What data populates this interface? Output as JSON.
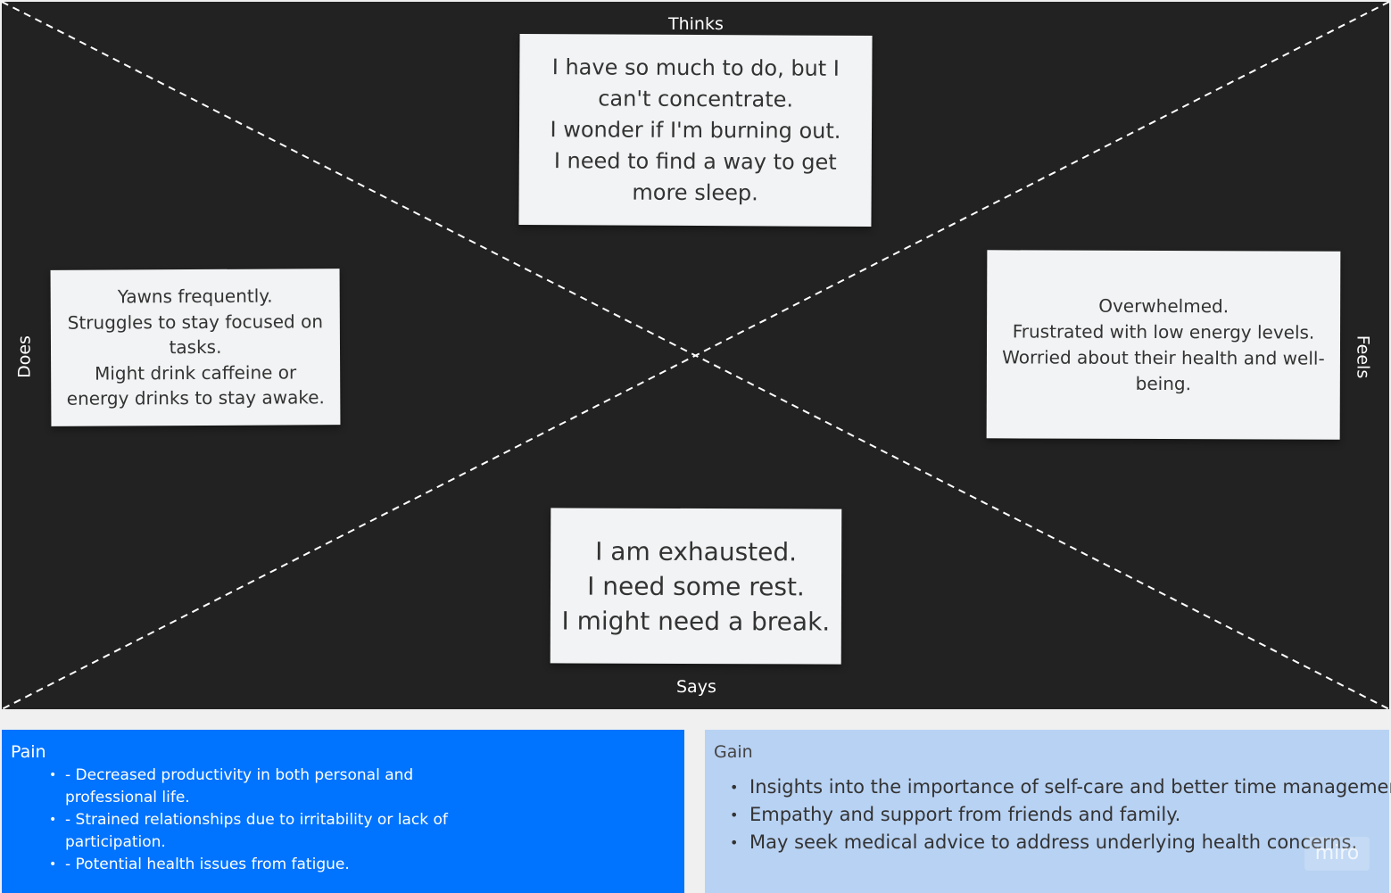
{
  "board": {
    "labels": {
      "thinks": "Thinks",
      "says": "Says",
      "does": "Does",
      "feels": "Feels"
    },
    "notes": {
      "thinks": "I have so much to do, but I can't concentrate.\nI wonder if I'm burning out.\nI need to find a way to get more sleep.",
      "does": "Yawns frequently.\nStruggles to stay focused on tasks.\nMight drink caffeine or energy drinks to stay awake.",
      "feels": "Overwhelmed.\nFrustrated with low energy levels.\nWorried about their health and well-being.",
      "says": "I am exhausted.\nI need some rest.\nI might need a break."
    }
  },
  "pain": {
    "title": "Pain",
    "items": [
      "- Decreased productivity in both personal and professional life.",
      "- Strained relationships due to irritability or lack of participation.",
      "- Potential health issues from fatigue."
    ]
  },
  "gain": {
    "title": "Gain",
    "items": [
      "Insights into the importance of self-care and better time management.",
      "Empathy and support from friends and family.",
      "May seek medical advice to address underlying health concerns."
    ]
  },
  "watermark": "miro",
  "colors": {
    "board_bg": "#222222",
    "note_bg": "#f2f3f4",
    "pain_bg": "#0073ff",
    "gain_bg": "#b8d2f3"
  }
}
